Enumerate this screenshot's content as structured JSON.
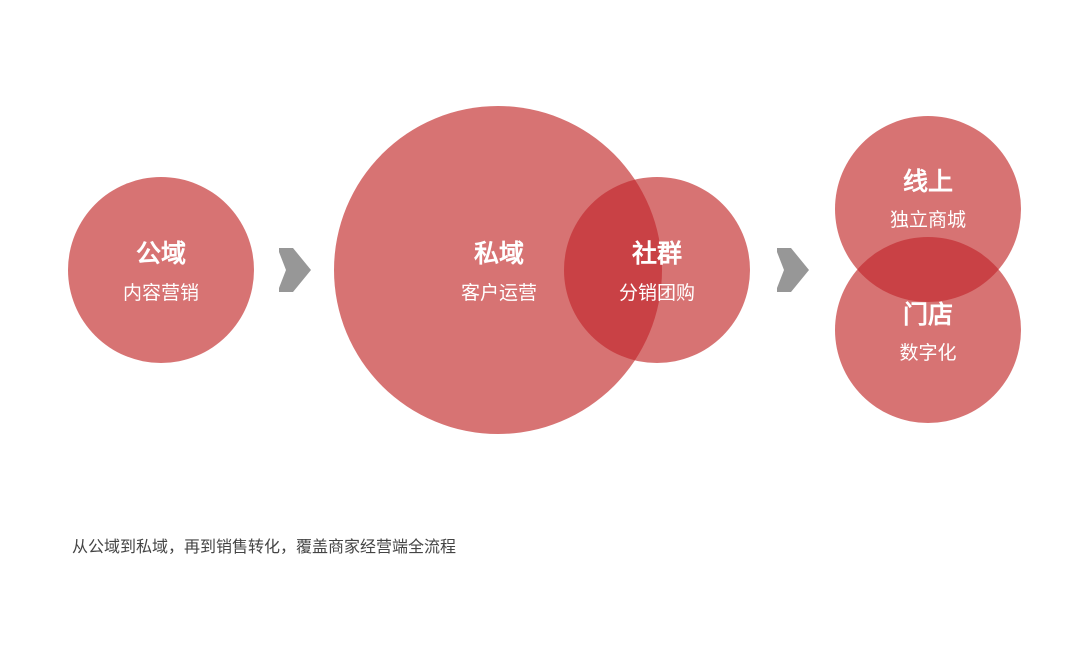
{
  "colors": {
    "circle": "#d56b6b",
    "overlap": "#c94145",
    "arrow": "#979797",
    "text_on_circle": "#ffffff",
    "caption": "#444444"
  },
  "nodes": {
    "public_domain": {
      "title": "公域",
      "subtitle": "内容营销"
    },
    "private_domain": {
      "title": "私域",
      "subtitle": "客户运营"
    },
    "community": {
      "title": "社群",
      "subtitle": "分销团购"
    },
    "online": {
      "title": "线上",
      "subtitle": "独立商城"
    },
    "store": {
      "title": "门店",
      "subtitle": "数字化"
    }
  },
  "arrows": [
    {
      "icon": "arrow-right-icon"
    },
    {
      "icon": "arrow-right-icon"
    }
  ],
  "caption": "从公域到私域，再到销售转化，覆盖商家经营端全流程"
}
